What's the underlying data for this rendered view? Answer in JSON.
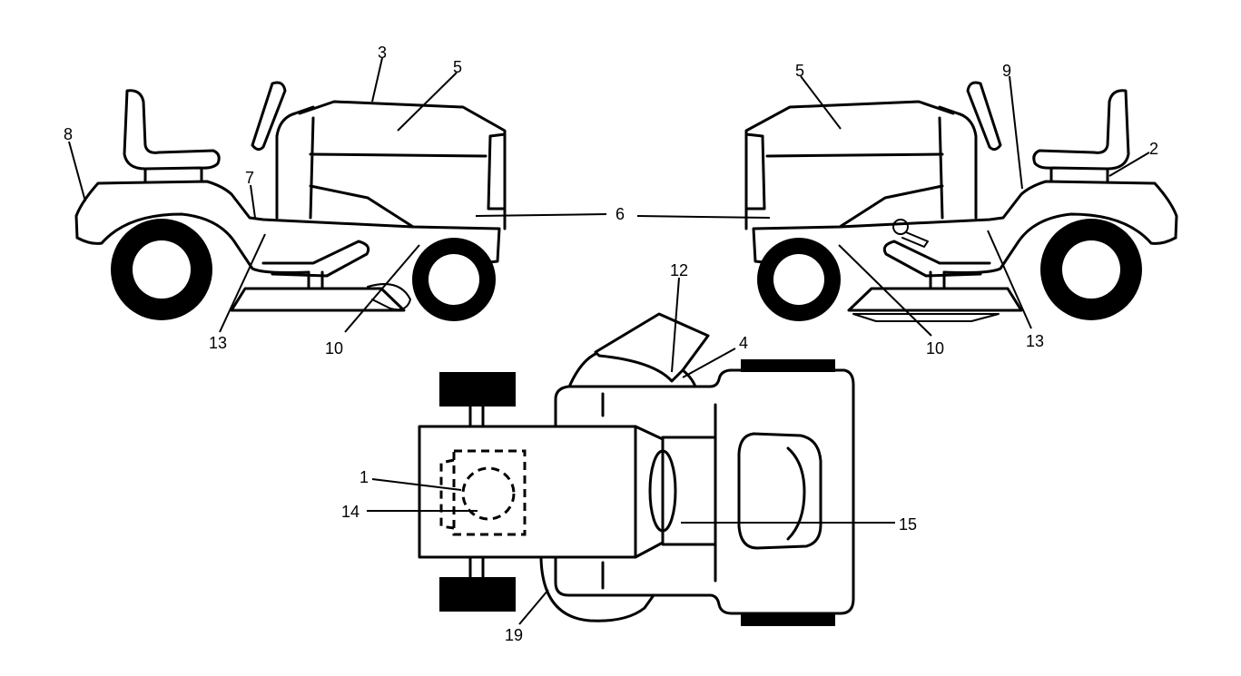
{
  "callouts": {
    "c1": "1",
    "c2": "2",
    "c3": "3",
    "c4": "4",
    "c5_left": "5",
    "c5_right": "5",
    "c6": "6",
    "c7": "7",
    "c8": "8",
    "c9": "9",
    "c10_left": "10",
    "c10_right": "10",
    "c12": "12",
    "c13_left": "13",
    "c13_right": "13",
    "c14": "14",
    "c15": "15",
    "c19": "19"
  }
}
